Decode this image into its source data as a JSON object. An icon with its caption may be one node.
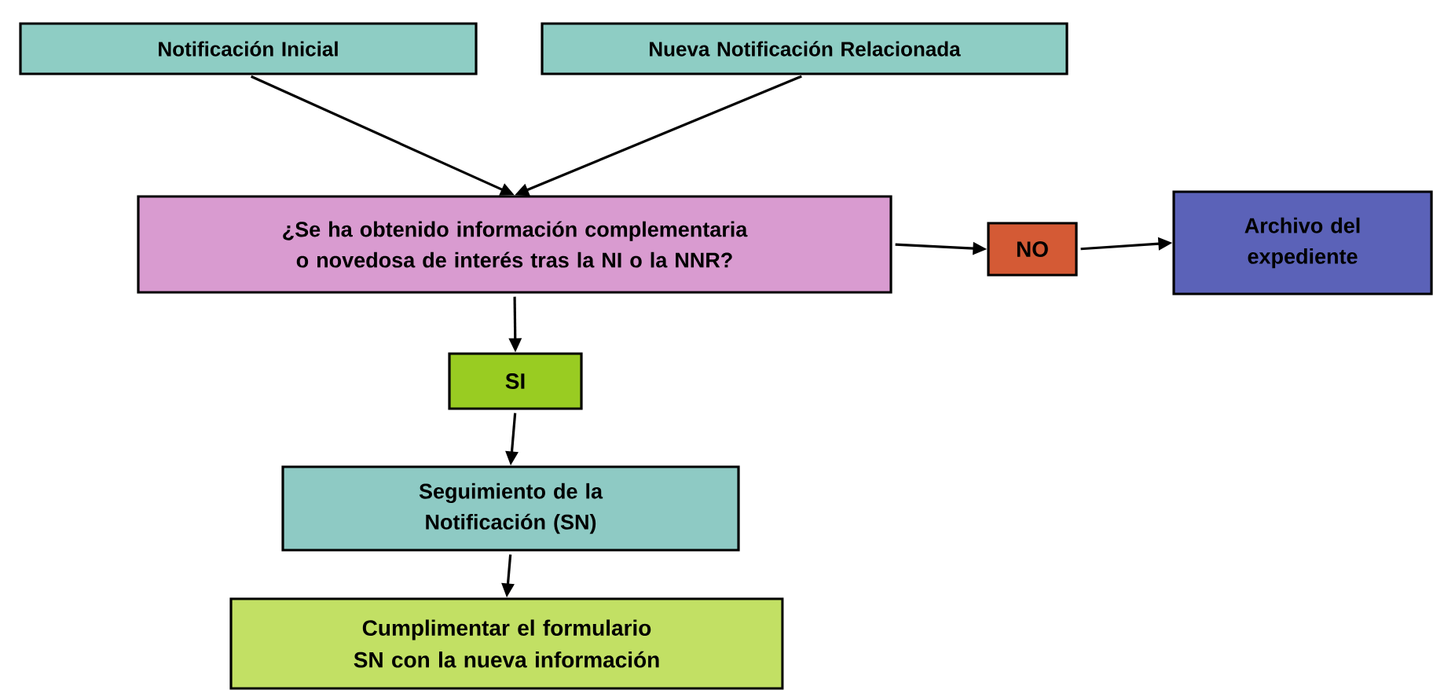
{
  "diagram": {
    "nodes": [
      {
        "text": [
          "Notificación Inicial"
        ]
      },
      {
        "text": [
          "Nueva Notificación Relacionada"
        ]
      },
      {
        "text": [
          "¿Se ha obtenido información complementaria o novedosa de interés tras la NI o la NNR?"
        ]
      },
      {
        "text": [
          "NO"
        ]
      },
      {
        "text": [
          "Archivo del expediente"
        ]
      },
      {
        "text": [
          "SI"
        ]
      },
      {
        "text": [
          "Seguimiento de la Notificación (SN)"
        ]
      },
      {
        "text": [
          "Cumplimentar el formulario SN con la nueva información"
        ]
      }
    ],
    "edges": [
      {
        "from": 0,
        "to": 2,
        "arrow": "to"
      },
      {
        "from": 1,
        "to": 2,
        "arrow": "to"
      },
      {
        "from": 2,
        "to": 3,
        "arrow": "to"
      },
      {
        "from": 3,
        "to": 4,
        "arrow": "to"
      },
      {
        "from": 2,
        "to": 5,
        "arrow": "to"
      },
      {
        "from": 5,
        "to": 6,
        "arrow": "to"
      },
      {
        "from": 6,
        "to": 7,
        "arrow": "to"
      }
    ]
  }
}
